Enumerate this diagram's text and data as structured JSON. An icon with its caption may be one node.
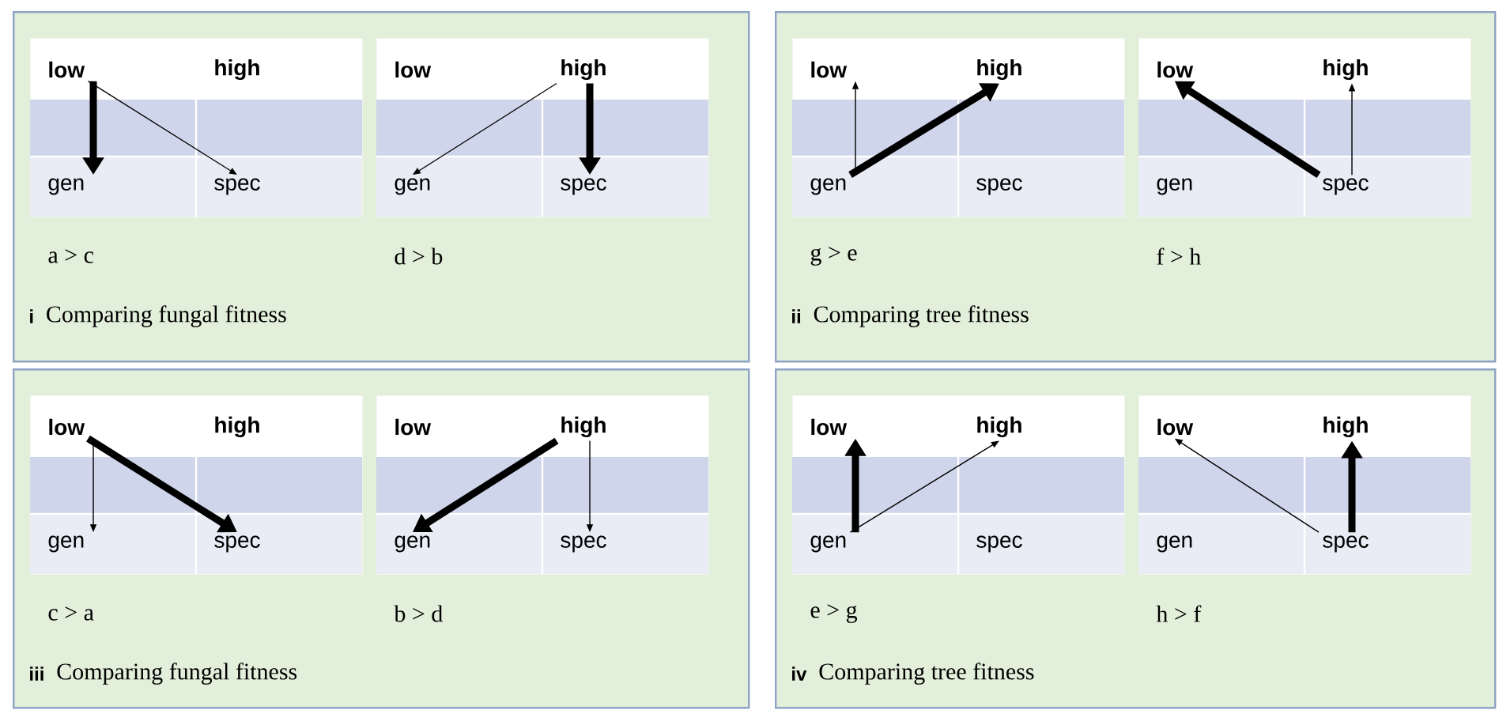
{
  "diagram": {
    "nodes": [
      {
        "text": [
          "i",
          "Comparing fungal fitness"
        ]
      },
      {
        "text": [],
        "shape": "box",
        "in": 0,
        "beside": [
          "a > c"
        ]
      },
      {
        "text": [
          "low"
        ],
        "in": 1
      },
      {
        "text": [
          "high"
        ],
        "in": 1
      },
      {
        "text": [
          "gen"
        ],
        "in": 1
      },
      {
        "text": [
          "spec"
        ],
        "in": 1
      },
      {
        "text": [],
        "shape": "box",
        "in": 0,
        "beside": [
          "d >  b"
        ]
      },
      {
        "text": [
          "low"
        ],
        "in": 6
      },
      {
        "text": [
          "high"
        ],
        "in": 6
      },
      {
        "text": [
          "gen"
        ],
        "in": 6
      },
      {
        "text": [
          "spec"
        ],
        "in": 6
      },
      {
        "text": [
          "ii",
          "Comparing tree fitness"
        ]
      },
      {
        "text": [],
        "shape": "box",
        "in": 11,
        "beside": [
          "g >  e"
        ]
      },
      {
        "text": [
          "low"
        ],
        "in": 12
      },
      {
        "text": [
          "high"
        ],
        "in": 12
      },
      {
        "text": [
          "gen"
        ],
        "in": 12
      },
      {
        "text": [
          "spec"
        ],
        "in": 12
      },
      {
        "text": [],
        "shape": "box",
        "in": 11,
        "beside": [
          "f >  h"
        ]
      },
      {
        "text": [
          "low"
        ],
        "in": 17
      },
      {
        "text": [
          "high"
        ],
        "in": 17
      },
      {
        "text": [
          "gen"
        ],
        "in": 17
      },
      {
        "text": [
          "spec"
        ],
        "in": 17
      },
      {
        "text": [
          "iii",
          "Comparing fungal fitness"
        ]
      },
      {
        "text": [],
        "shape": "box",
        "in": 22,
        "beside": [
          "c > a"
        ]
      },
      {
        "text": [
          "low"
        ],
        "in": 23
      },
      {
        "text": [
          "high"
        ],
        "in": 23
      },
      {
        "text": [
          "gen"
        ],
        "in": 23
      },
      {
        "text": [
          "spec"
        ],
        "in": 23
      },
      {
        "text": [],
        "shape": "box",
        "in": 22,
        "beside": [
          "b > d"
        ]
      },
      {
        "text": [
          "low"
        ],
        "in": 28
      },
      {
        "text": [
          "high"
        ],
        "in": 28
      },
      {
        "text": [
          "gen"
        ],
        "in": 28
      },
      {
        "text": [
          "spec"
        ],
        "in": 28
      },
      {
        "text": [
          "iv",
          "Comparing tree fitness"
        ]
      },
      {
        "text": [],
        "shape": "box",
        "in": 33,
        "beside": [
          "e > g"
        ]
      },
      {
        "text": [
          "low"
        ],
        "in": 34
      },
      {
        "text": [
          "high"
        ],
        "in": 34
      },
      {
        "text": [
          "gen"
        ],
        "in": 34
      },
      {
        "text": [
          "spec"
        ],
        "in": 34
      },
      {
        "text": [],
        "shape": "box",
        "in": 33,
        "beside": [
          "h > f"
        ]
      },
      {
        "text": [
          "low"
        ],
        "in": 39
      },
      {
        "text": [
          "high"
        ],
        "in": 39
      },
      {
        "text": [
          "gen"
        ],
        "in": 39
      },
      {
        "text": [
          "spec"
        ],
        "in": 39
      }
    ],
    "edges": [
      {
        "from": 2,
        "to": 4,
        "arrow": "to",
        "style": "thick"
      },
      {
        "from": 2,
        "to": 5,
        "arrow": "to"
      },
      {
        "from": 8,
        "to": 9,
        "arrow": "to"
      },
      {
        "from": 8,
        "to": 10,
        "arrow": "to",
        "style": "thick"
      },
      {
        "from": 15,
        "to": 13,
        "arrow": "to"
      },
      {
        "from": 15,
        "to": 14,
        "arrow": "to",
        "style": "thick"
      },
      {
        "from": 21,
        "to": 18,
        "arrow": "to",
        "style": "thick"
      },
      {
        "from": 21,
        "to": 19,
        "arrow": "to"
      },
      {
        "from": 24,
        "to": 26,
        "arrow": "to"
      },
      {
        "from": 24,
        "to": 27,
        "arrow": "to",
        "style": "thick"
      },
      {
        "from": 30,
        "to": 31,
        "arrow": "to",
        "style": "thick"
      },
      {
        "from": 30,
        "to": 32,
        "arrow": "to"
      },
      {
        "from": 37,
        "to": 35,
        "arrow": "to",
        "style": "thick"
      },
      {
        "from": 37,
        "to": 36,
        "arrow": "to"
      },
      {
        "from": 43,
        "to": 40,
        "arrow": "to"
      },
      {
        "from": 43,
        "to": 41,
        "arrow": "to",
        "style": "thick"
      }
    ]
  }
}
